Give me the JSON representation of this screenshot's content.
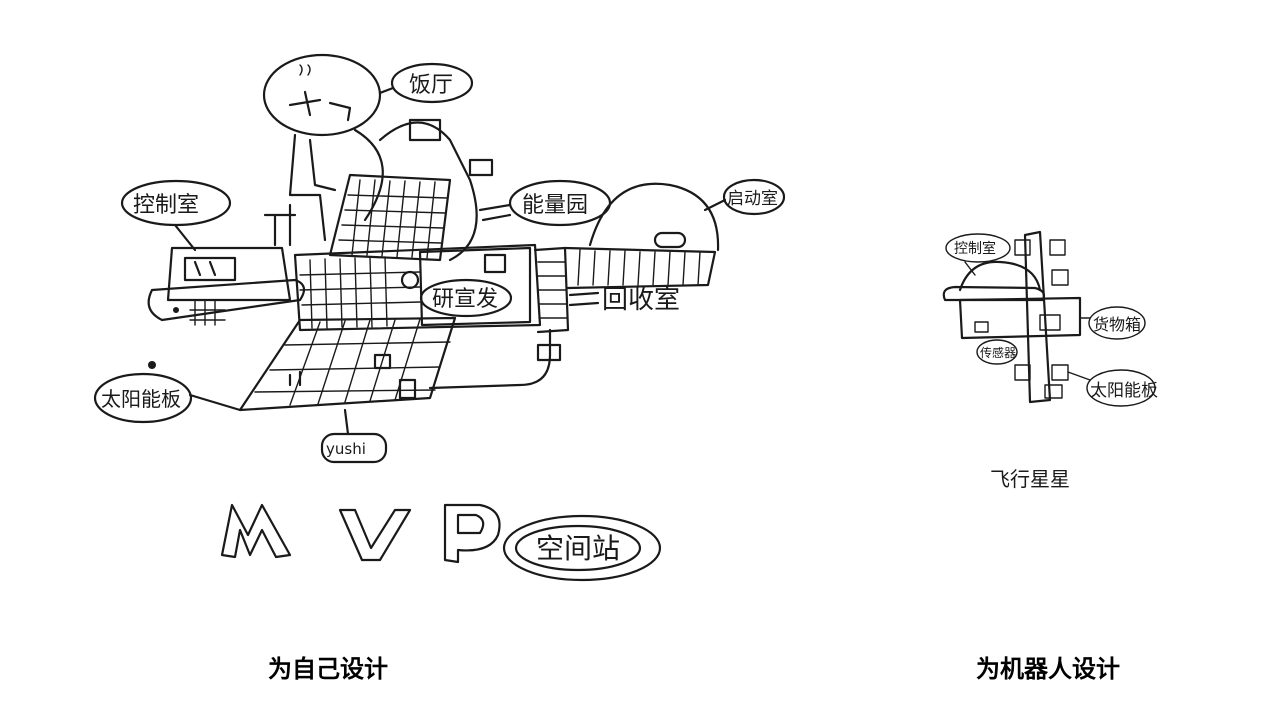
{
  "left_drawing": {
    "labels": {
      "canteen": "饭厅",
      "control_room": "控制室",
      "energy_room": "能量园",
      "launch_room": "启动室",
      "research": "研宣发",
      "recycle": "回收室",
      "solar_panel": "太阳能板",
      "signature": "yushi"
    },
    "title_letters": [
      "M",
      "V",
      "P"
    ],
    "title_badge": "空间站"
  },
  "right_drawing": {
    "labels": {
      "control_room": "控制室",
      "cargo_box": "货物箱",
      "sensor": "传感器",
      "solar_panel": "太阳能板"
    },
    "name": "飞行星星"
  },
  "captions": {
    "left": "为自己设计",
    "right": "为机器人设计"
  }
}
